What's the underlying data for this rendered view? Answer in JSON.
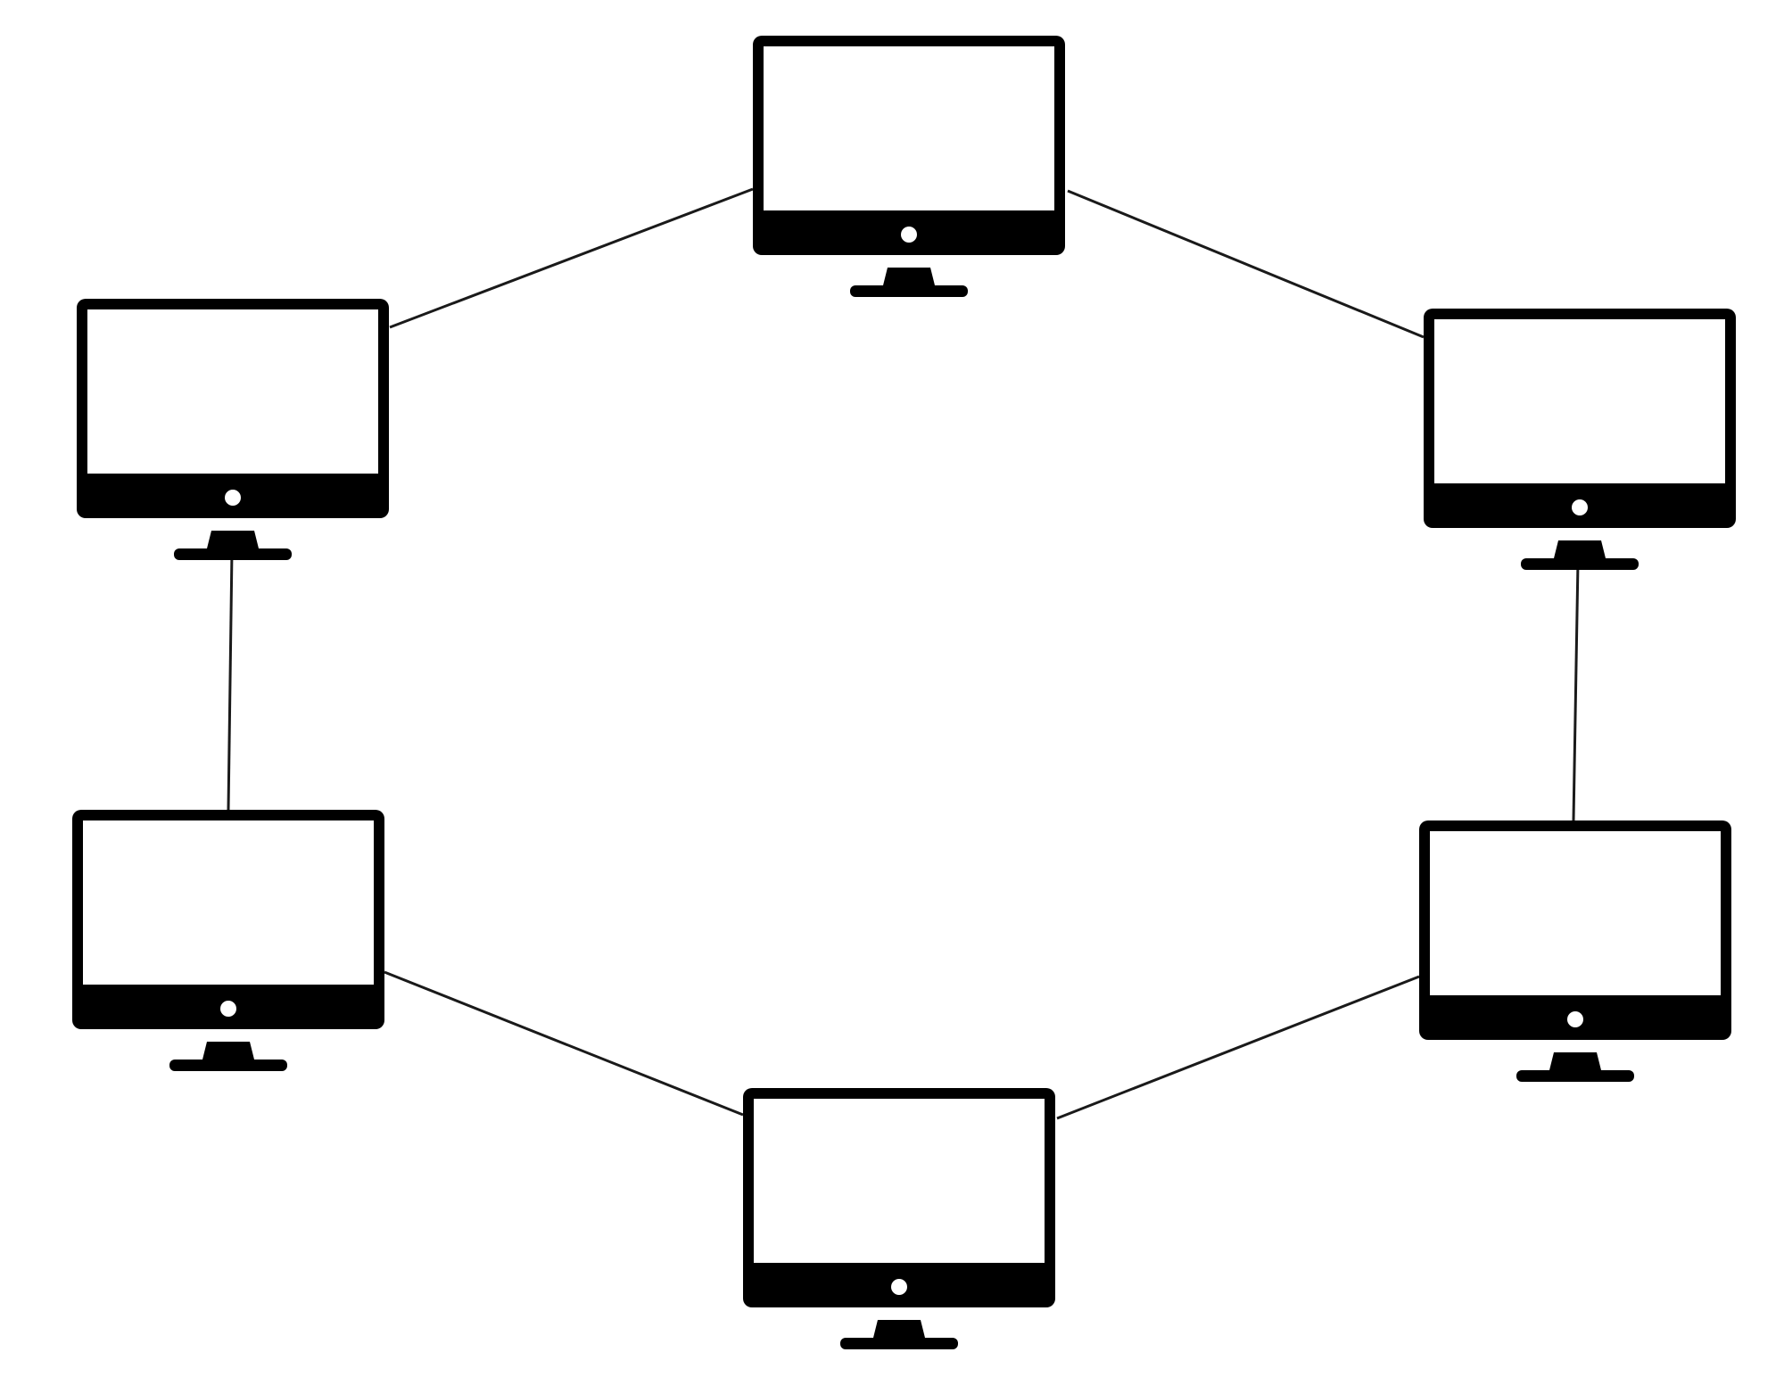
{
  "diagram": {
    "topology": "ring",
    "node_type": "computer-monitor",
    "node_count": 6,
    "colors": {
      "background": "#ffffff",
      "stroke": "#000000",
      "screen": "#ffffff",
      "link": "#1a1a1a"
    },
    "nodes": [
      {
        "id": "top",
        "icon": "monitor-icon"
      },
      {
        "id": "upper-right",
        "icon": "monitor-icon"
      },
      {
        "id": "lower-right",
        "icon": "monitor-icon"
      },
      {
        "id": "bottom",
        "icon": "monitor-icon"
      },
      {
        "id": "lower-left",
        "icon": "monitor-icon"
      },
      {
        "id": "upper-left",
        "icon": "monitor-icon"
      }
    ],
    "links": [
      {
        "from": "top",
        "to": "upper-right"
      },
      {
        "from": "upper-right",
        "to": "lower-right"
      },
      {
        "from": "lower-right",
        "to": "bottom"
      },
      {
        "from": "bottom",
        "to": "lower-left"
      },
      {
        "from": "lower-left",
        "to": "upper-left"
      },
      {
        "from": "upper-left",
        "to": "top"
      }
    ]
  }
}
